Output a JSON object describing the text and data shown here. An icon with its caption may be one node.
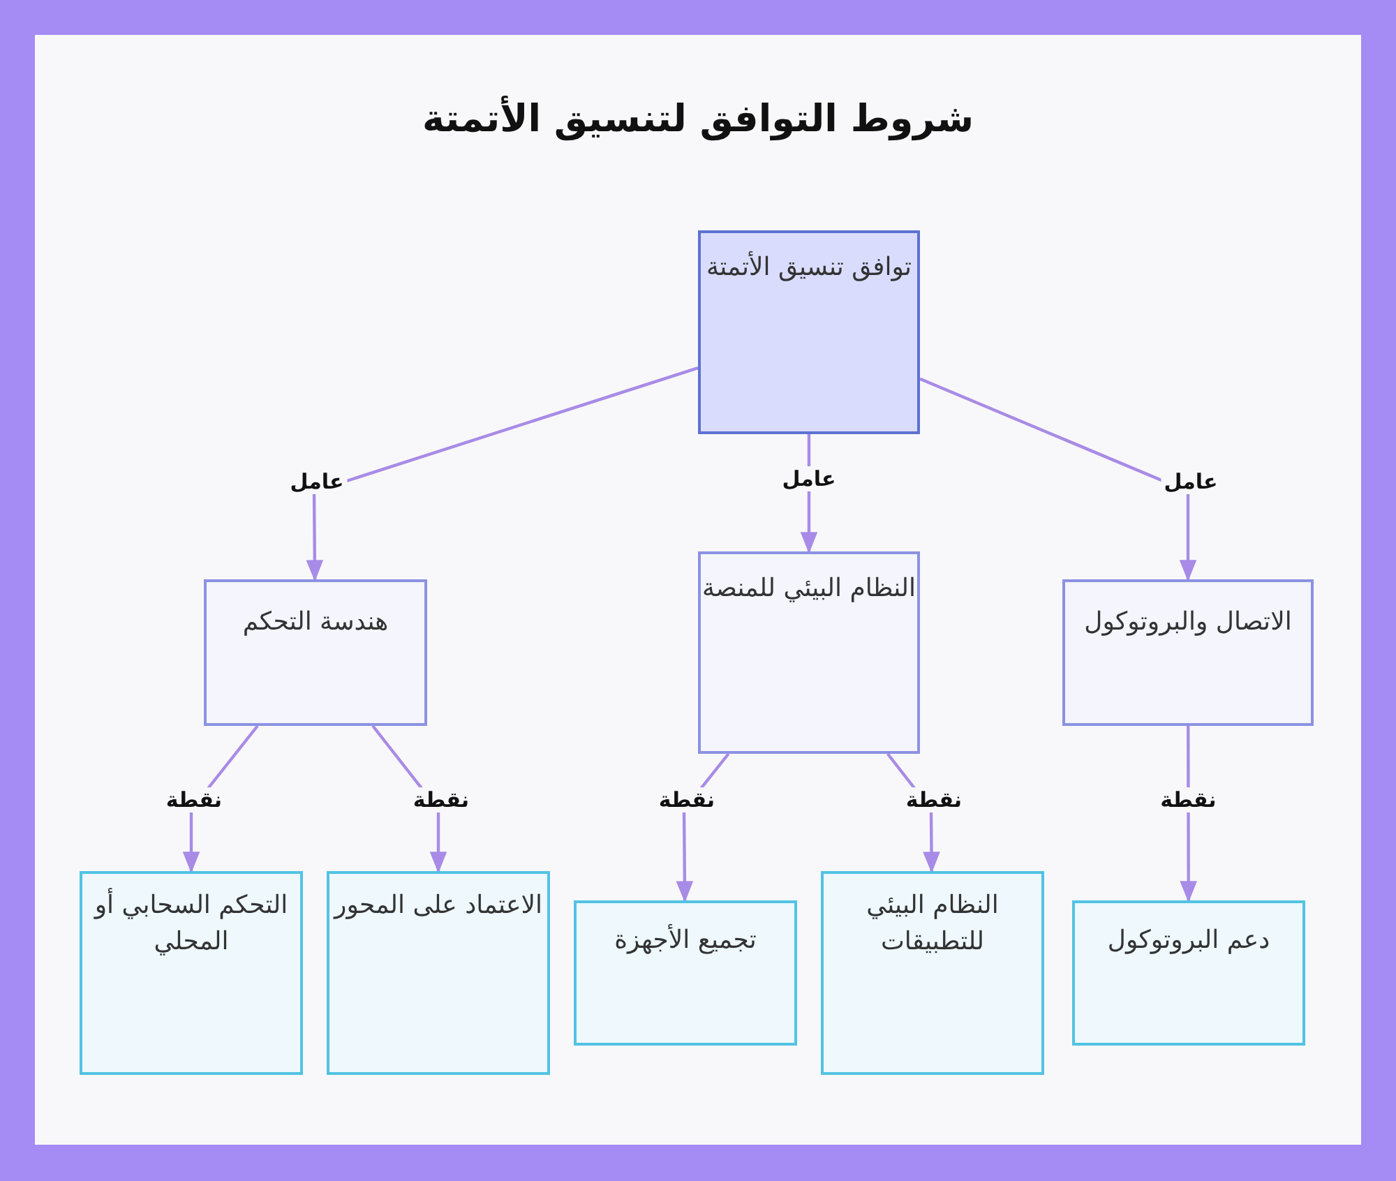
{
  "diagram": {
    "title": "شروط التوافق لتنسيق الأتمتة",
    "nodes": [
      {
        "text": [
          "توافق تنسيق الأتمتة"
        ]
      },
      {
        "text": [
          "هندسة التحكم"
        ]
      },
      {
        "text": [
          "النظام البيئي للمنصة"
        ]
      },
      {
        "text": [
          "الاتصال والبروتوكول"
        ]
      },
      {
        "text": [
          "التحكم السحابي أو المحلي"
        ]
      },
      {
        "text": [
          "الاعتماد على المحور"
        ]
      },
      {
        "text": [
          "تجميع الأجهزة"
        ]
      },
      {
        "text": [
          "النظام البيئي للتطبيقات"
        ]
      },
      {
        "text": [
          "دعم البروتوكول"
        ]
      }
    ],
    "edges": [
      {
        "from": 0,
        "to": 1,
        "arrow": "to",
        "label": "عامل"
      },
      {
        "from": 0,
        "to": 2,
        "arrow": "to",
        "label": "عامل"
      },
      {
        "from": 0,
        "to": 3,
        "arrow": "to",
        "label": "عامل"
      },
      {
        "from": 1,
        "to": 4,
        "arrow": "to",
        "label": "نقطة"
      },
      {
        "from": 1,
        "to": 5,
        "arrow": "to",
        "label": "نقطة"
      },
      {
        "from": 2,
        "to": 6,
        "arrow": "to",
        "label": "نقطة"
      },
      {
        "from": 2,
        "to": 7,
        "arrow": "to",
        "label": "نقطة"
      },
      {
        "from": 3,
        "to": 8,
        "arrow": "to",
        "label": "نقطة"
      }
    ]
  }
}
